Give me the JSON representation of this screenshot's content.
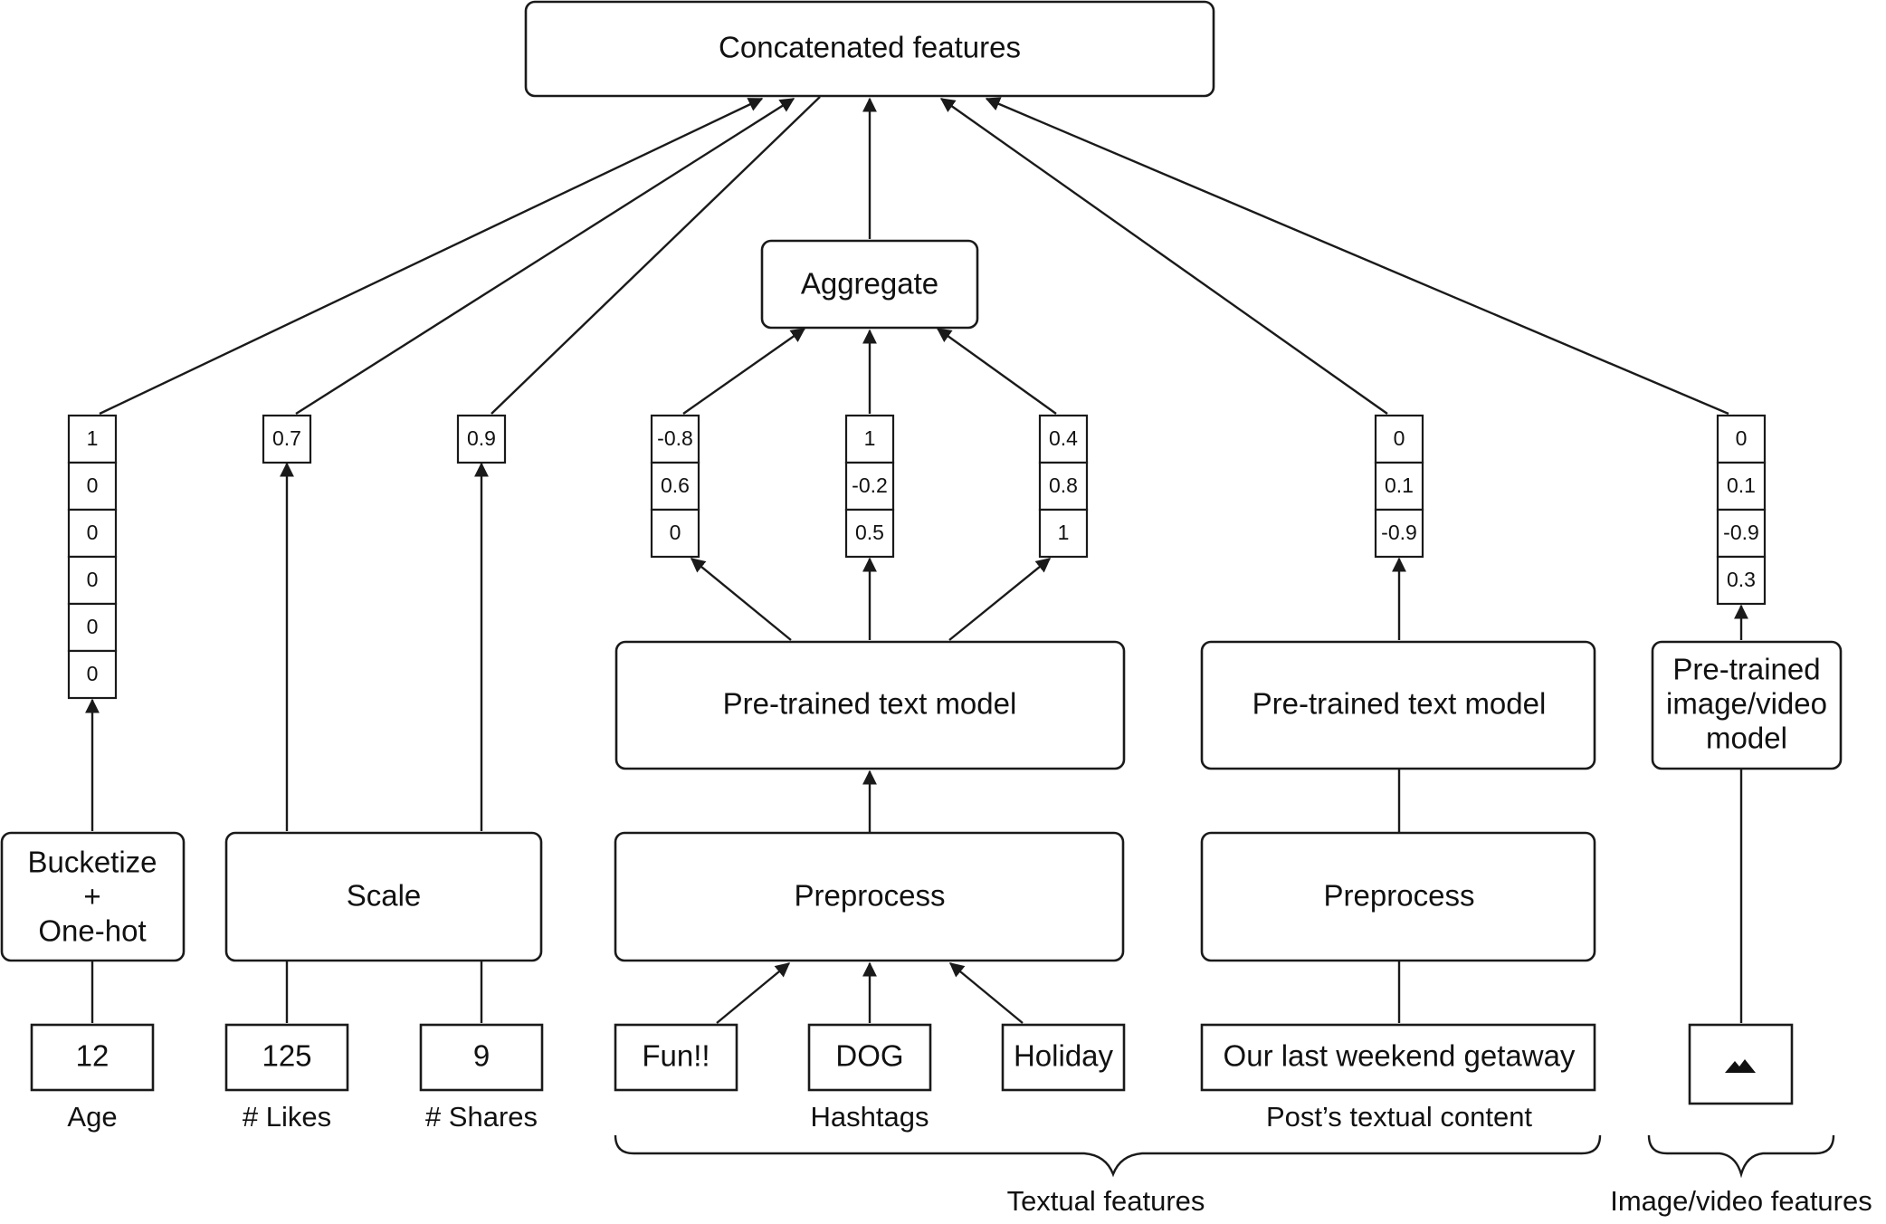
{
  "nodes": {
    "concat": "Concatenated features",
    "aggregate": "Aggregate",
    "bucketize_line1": "Bucketize",
    "bucketize_line2": "+",
    "bucketize_line3": "One-hot",
    "scale": "Scale",
    "text_model_hashtags": "Pre-trained text model",
    "text_model_post": "Pre-trained text model",
    "image_model_line1": "Pre-trained",
    "image_model_line2": "image/video",
    "image_model_line3": "model",
    "preprocess_hashtags": "Preprocess",
    "preprocess_post": "Preprocess"
  },
  "inputs": {
    "age": "12",
    "likes": "125",
    "shares": "9",
    "hashtag_1": "Fun!!",
    "hashtag_2": "DOG",
    "hashtag_3": "Holiday",
    "post_text": "Our last weekend getaway"
  },
  "labels": {
    "age": "Age",
    "likes": "# Likes",
    "shares": "# Shares",
    "hashtags": "Hashtags",
    "post": "Post’s textual content",
    "textual_features": "Textual features",
    "image_features": "Image/video features"
  },
  "vectors": {
    "age_onehot": [
      "1",
      "0",
      "0",
      "0",
      "0",
      "0"
    ],
    "likes_scaled": [
      "0.7"
    ],
    "shares_scaled": [
      "0.9"
    ],
    "hashtag_emb_1": [
      "-0.8",
      "0.6",
      "0"
    ],
    "hashtag_emb_2": [
      "1",
      "-0.2",
      "0.5"
    ],
    "hashtag_emb_3": [
      "0.4",
      "0.8",
      "1"
    ],
    "post_emb": [
      "0",
      "0.1",
      "-0.9"
    ],
    "image_emb": [
      "0",
      "0.1",
      "-0.9",
      "0.3"
    ]
  },
  "icons": {
    "image_input": "image-icon"
  },
  "colors": {
    "stroke": "#1a1a1a",
    "background": "#ffffff"
  }
}
